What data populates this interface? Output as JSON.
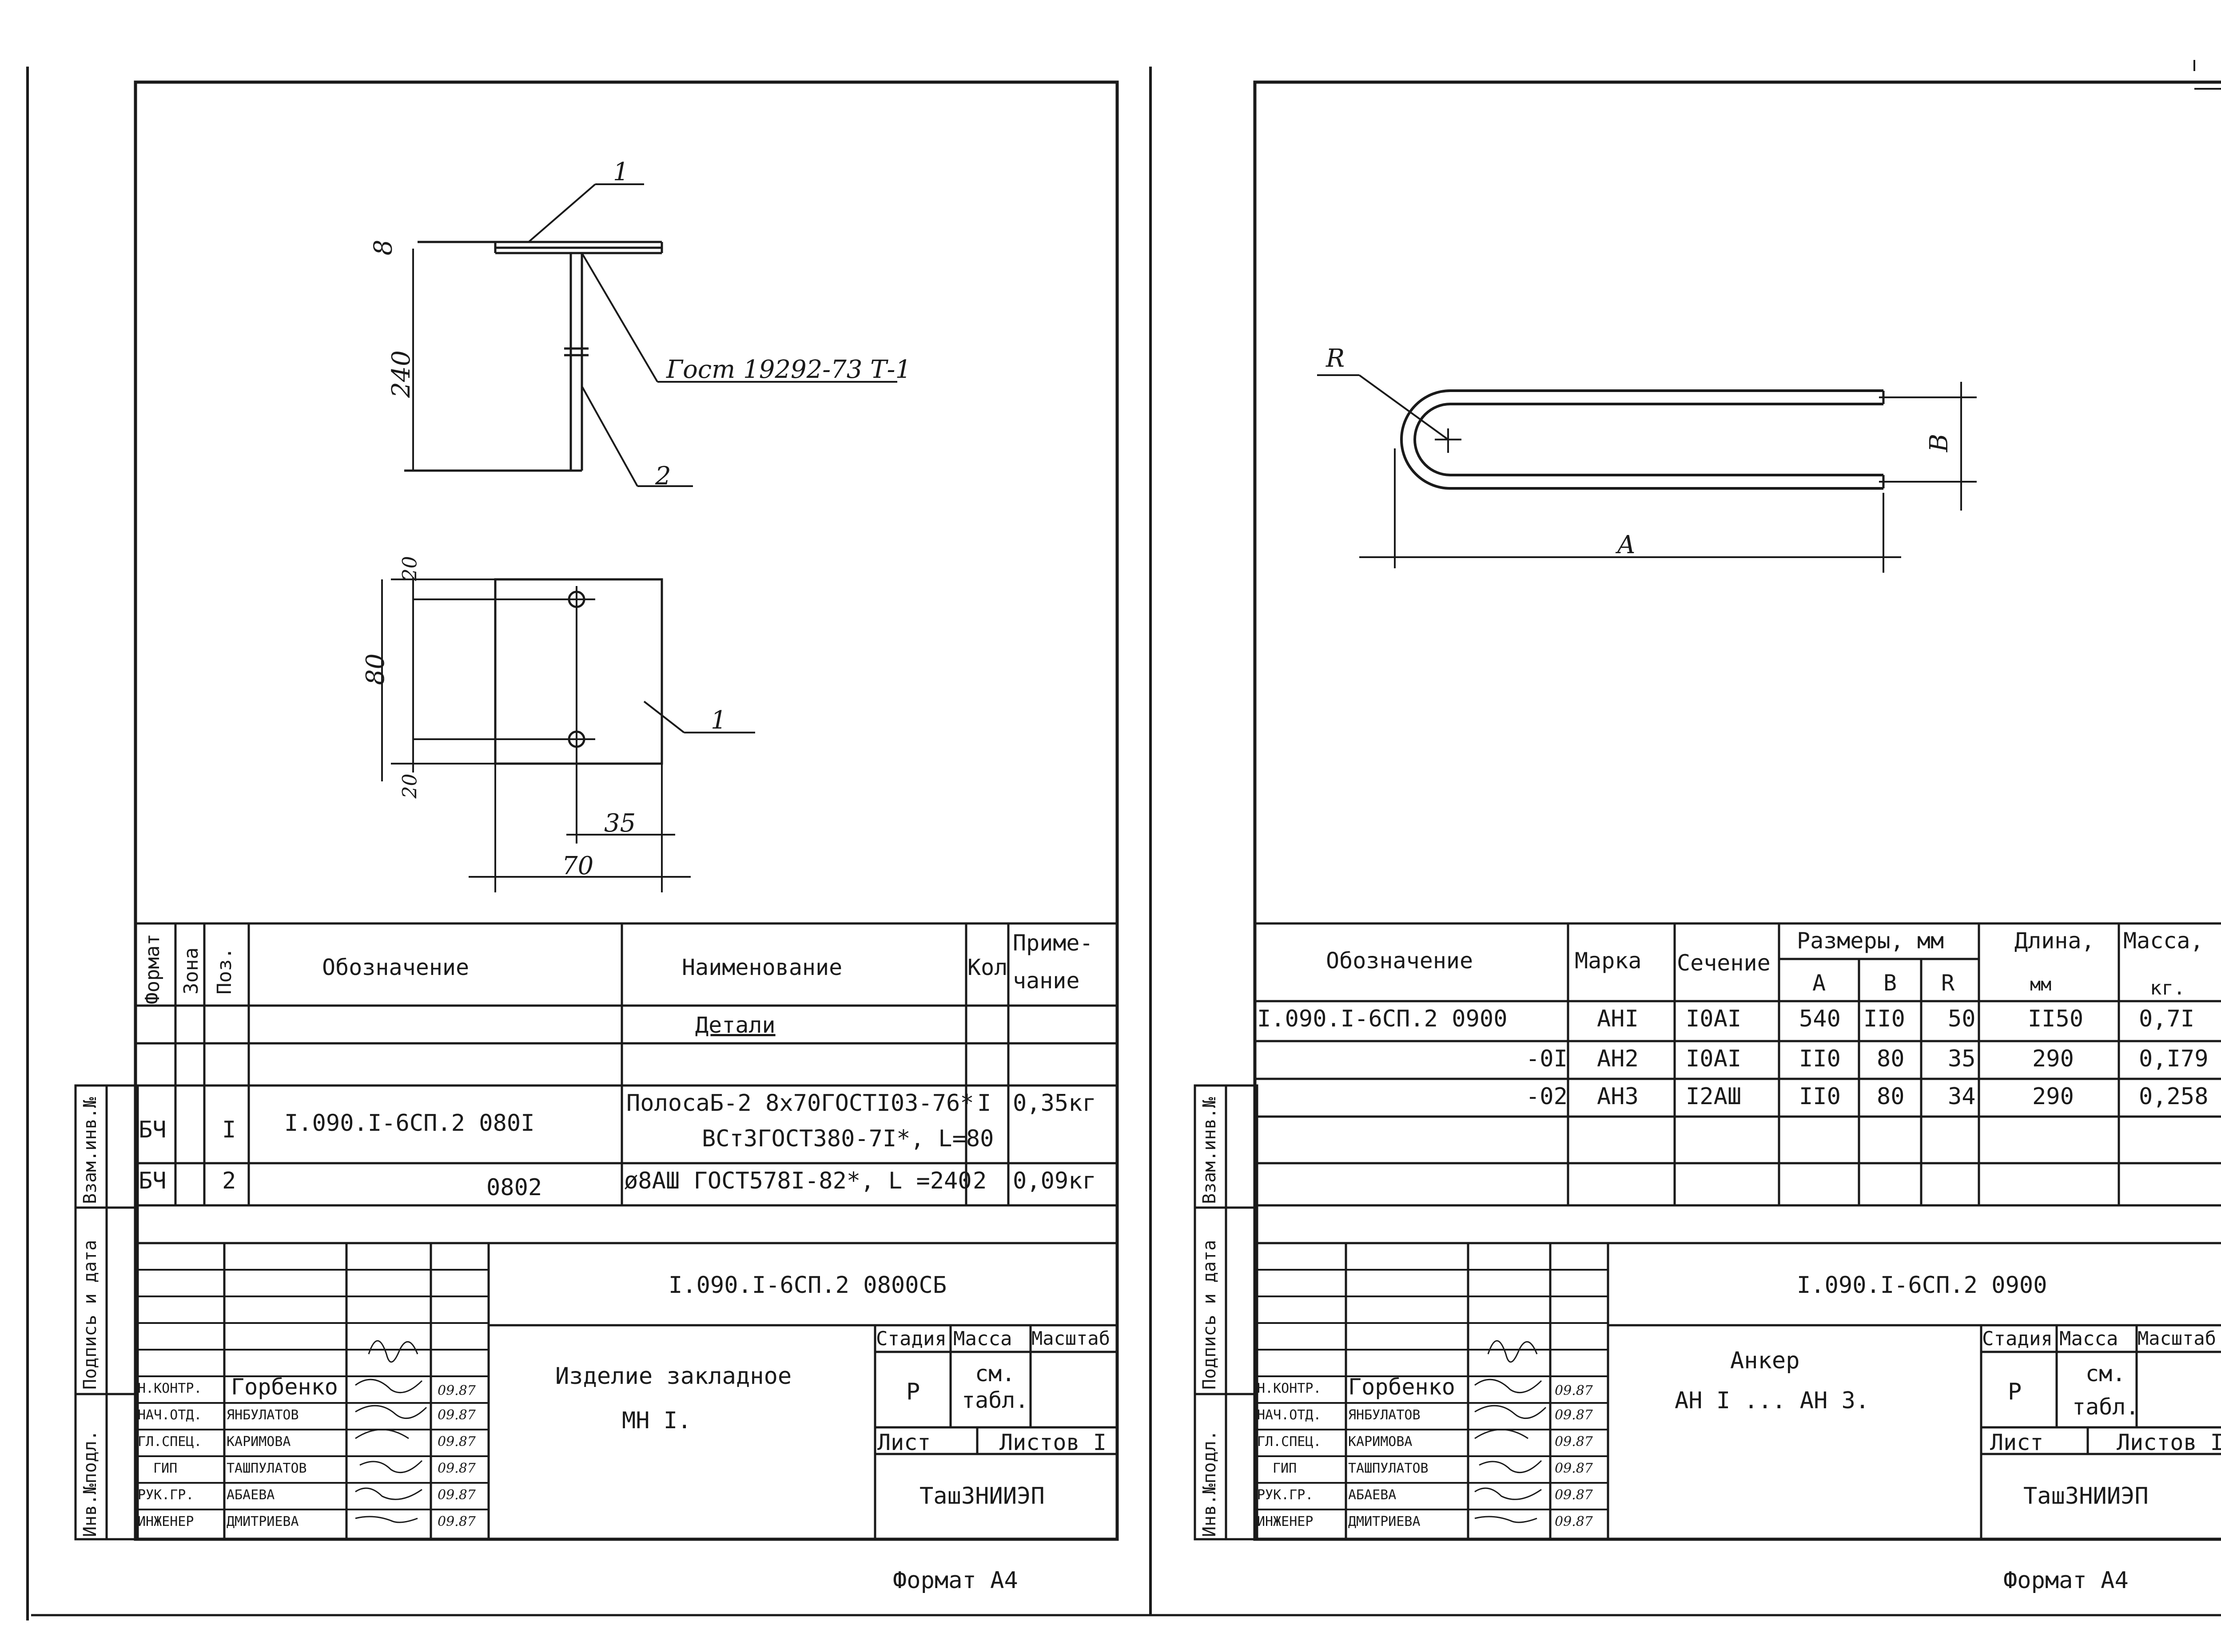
{
  "left": {
    "drawing": {
      "dims": {
        "t8": "8",
        "h240": "240",
        "d20a": "20",
        "d80": "80",
        "d20b": "20",
        "d35": "35",
        "d70": "70"
      },
      "leaders": {
        "p1a": "1",
        "p2": "2",
        "gost": "Гост 19292-73  Т-1",
        "p1b": "1"
      }
    },
    "spec": {
      "headers": {
        "format": "Формат",
        "zone": "Зона",
        "pos": "Поз.",
        "designation": "Обозначение",
        "name": "Наименование",
        "qty": "Кол",
        "note_a": "Приме-",
        "note_b": "чание"
      },
      "section": "Детали",
      "rows": [
        {
          "format": "БЧ",
          "pos": "I",
          "designation": "I.090.I-6СП.2  080I",
          "name_a": "ПолосаБ-2 8х70ГОСТI03-76*",
          "name_b": "ВСт3ГОСТ380-7I*, L=80",
          "qty": "I",
          "note": "0,35кг"
        },
        {
          "format": "БЧ",
          "pos": "2",
          "designation": "0802",
          "name_a": "ø8АШ ГОСТ578I-82*, L =240",
          "name_b": "",
          "qty": "2",
          "note": "0,09кг"
        }
      ]
    },
    "stamp": {
      "code": "I.090.I-6СП.2  0800СБ",
      "title_a": "Изделие закладное",
      "title_b": "МН I.",
      "stage_label": "Стадия",
      "mass_label": "Масса",
      "scale_label": "Масштаб",
      "stage": "Р",
      "mass_a": "см.",
      "mass_b": "табл.",
      "sheet_label": "Лист",
      "sheets_label": "Листов I",
      "org": "ТашЗНИИЭП",
      "people": [
        {
          "role": "Н.КОНТР.",
          "name": "Горбенко",
          "date": "09.87"
        },
        {
          "role": "НАЧ.ОТД.",
          "name": "ЯНБУЛАТОВ",
          "date": "09.87"
        },
        {
          "role": "ГЛ.СПЕЦ.",
          "name": "КАРИМОВА",
          "date": "09.87"
        },
        {
          "role": "ГИП",
          "name": "ТАШПУЛАТОВ",
          "date": "09.87"
        },
        {
          "role": "РУК.ГР.",
          "name": "АБАЕВА",
          "date": "09.87"
        },
        {
          "role": "ИНЖЕНЕР",
          "name": "ДМИТРИЕВА",
          "date": "09.87"
        }
      ]
    },
    "side": {
      "a": "Инв.№подл.",
      "b": "Подпись и дата",
      "c": "Взам.инв.№"
    },
    "format": "Формат А4"
  },
  "right": {
    "drawing": {
      "R": "R",
      "B": "В",
      "A": "А"
    },
    "table": {
      "headers": {
        "designation": "Обозначение",
        "mark": "Марка",
        "section": "Сечение",
        "dims": "Размеры, мм",
        "A": "А",
        "B": "В",
        "R": "R",
        "len_a": "Длина,",
        "len_b": "мм",
        "mass_a": "Масса,",
        "mass_b": "кг."
      },
      "rows": [
        {
          "designation": "I.090.I-6СП.2  0900",
          "mark": "АНI",
          "section": "I0АI",
          "A": "540",
          "B": "II0",
          "R": "50",
          "length": "II50",
          "mass": "0,7I"
        },
        {
          "designation": "-0I",
          "mark": "АН2",
          "section": "I0АI",
          "A": "II0",
          "B": "80",
          "R": "35",
          "length": "290",
          "mass": "0,I79"
        },
        {
          "designation": "-02",
          "mark": "АН3",
          "section": "I2АШ",
          "A": "II0",
          "B": "80",
          "R": "34",
          "length": "290",
          "mass": "0,258"
        }
      ]
    },
    "stamp": {
      "code": "I.090.I-6СП.2  0900",
      "title_a": "Анкер",
      "title_b": "АН I ... АН 3.",
      "stage_label": "Стадия",
      "mass_label": "Масса",
      "scale_label": "Масштаб",
      "stage": "Р",
      "mass_a": "см.",
      "mass_b": "табл.",
      "sheet_label": "Лист",
      "sheets_label": "Листов I",
      "org": "ТашЗНИИЭП",
      "people": [
        {
          "role": "Н.КОНТР.",
          "name": "Горбенко",
          "date": "09.87"
        },
        {
          "role": "НАЧ.ОТД.",
          "name": "ЯНБУЛАТОВ",
          "date": "09.87"
        },
        {
          "role": "ГЛ.СПЕЦ.",
          "name": "КАРИМОВА",
          "date": "09.87"
        },
        {
          "role": "ГИП",
          "name": "ТАШПУЛАТОВ",
          "date": "09.87"
        },
        {
          "role": "РУК.ГР.",
          "name": "АБАЕВА",
          "date": "09.87"
        },
        {
          "role": "ИНЖЕНЕР",
          "name": "ДМИТРИЕВА",
          "date": "09.87"
        }
      ]
    },
    "side": {
      "a": "Инв.№подл.",
      "b": "Подпись и дата",
      "c": "Взам.инв.№"
    },
    "format": "Формат А4"
  }
}
